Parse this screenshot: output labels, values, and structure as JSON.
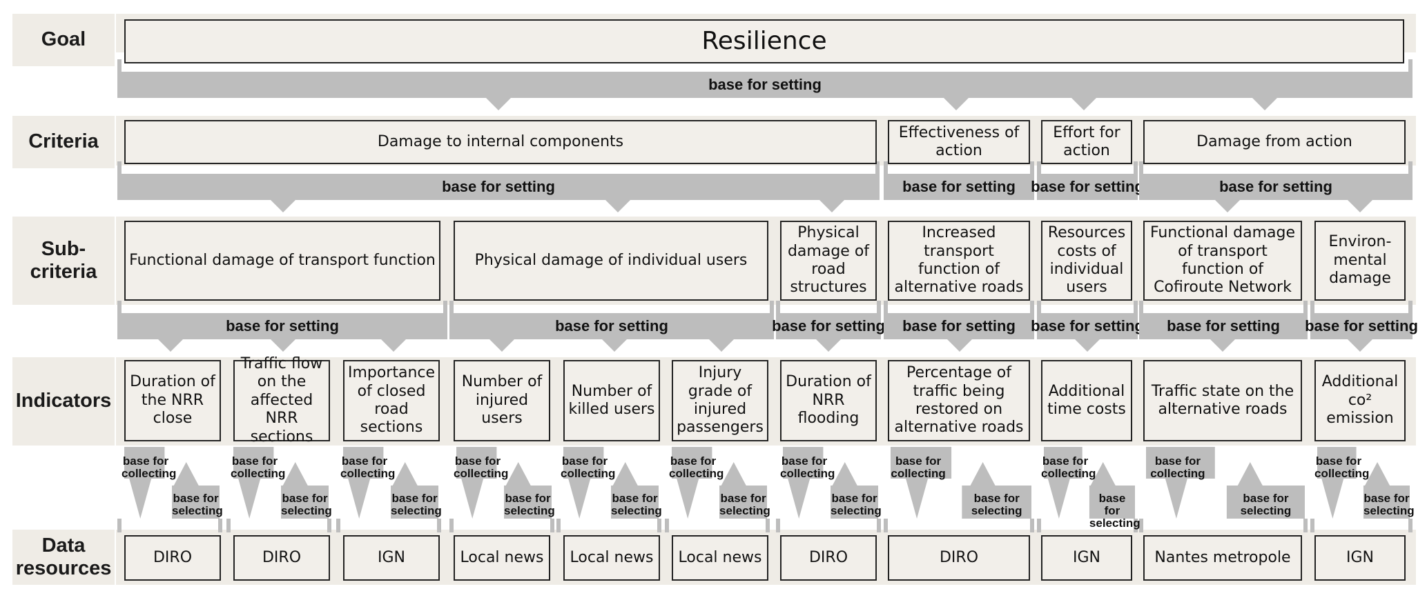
{
  "row_labels": {
    "goal": "Goal",
    "criteria": "Criteria",
    "subcriteria": "Sub-criteria",
    "indicators": "Indicators",
    "data": "Data resources"
  },
  "goal": "Resilience",
  "setting_label": "base for setting",
  "collect_label": "base for collecting",
  "select_label": "base for selecting",
  "criteria": [
    "Damage to internal components",
    "Effectiveness of action",
    "Effort for action",
    "Damage from action"
  ],
  "subcriteria": [
    "Functional damage of transport function",
    "Physical damage of individual users",
    "Physical damage of road structures",
    "Increased transport function of alternative roads",
    "Resources costs of individual users",
    "Functional damage of transport function of Cofiroute Network",
    "Environ-mental damage"
  ],
  "indicators": [
    "Duration of the NRR close",
    "Traffic flow on the affected NRR sections",
    "Importance of closed road sections",
    "Number of injured users",
    "Number of killed users",
    "Injury grade of injured passengers",
    "Duration of NRR flooding",
    "Percentage of traffic being restored on alternative roads",
    "Additional time costs",
    "Traffic state on the alternative roads",
    "Additional co² emission"
  ],
  "data_resources": [
    "DIRO",
    "DIRO",
    "IGN",
    "Local news",
    "Local news",
    "Local news",
    "DIRO",
    "DIRO",
    "IGN",
    "Nantes metropole",
    "IGN"
  ]
}
